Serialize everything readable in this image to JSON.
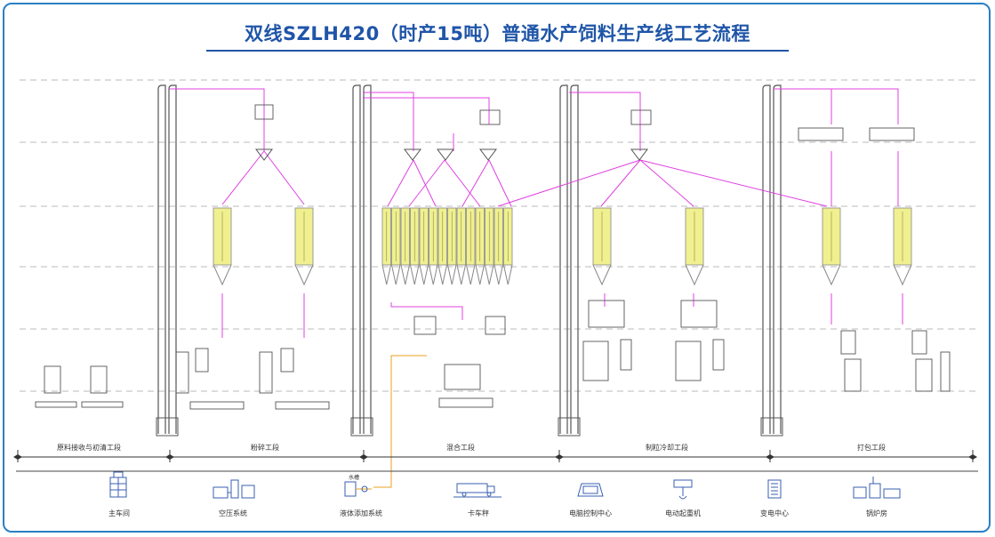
{
  "title": "双线SZLH420（时产15吨）普通水产饲料生产线工艺流程",
  "sections": [
    {
      "label": "原料接收与初清工段"
    },
    {
      "label": "粉碎工段"
    },
    {
      "label": "混合工段"
    },
    {
      "label": "制粒冷却工段"
    },
    {
      "label": "打包工段"
    }
  ],
  "facilities": [
    {
      "label": "主车间",
      "icon": "building-icon"
    },
    {
      "label": "空压系统",
      "icon": "air-compressor-icon"
    },
    {
      "label": "液体添加系统",
      "icon": "liquid-tank-icon"
    },
    {
      "label": "卡车秤",
      "icon": "truck-scale-icon"
    },
    {
      "label": "电脑控制中心",
      "icon": "computer-icon"
    },
    {
      "label": "电动起重机",
      "icon": "crane-icon"
    },
    {
      "label": "变电中心",
      "icon": "transformer-icon"
    },
    {
      "label": "锅炉房",
      "icon": "boiler-icon"
    }
  ],
  "liquid_tag": "水槽",
  "colors": {
    "frame": "#2b7fc4",
    "title": "#1f55a8",
    "pipe": "#e040e0",
    "bin": "#f0f090",
    "dashed": "#bbbbbb",
    "equipment": "#555555"
  }
}
